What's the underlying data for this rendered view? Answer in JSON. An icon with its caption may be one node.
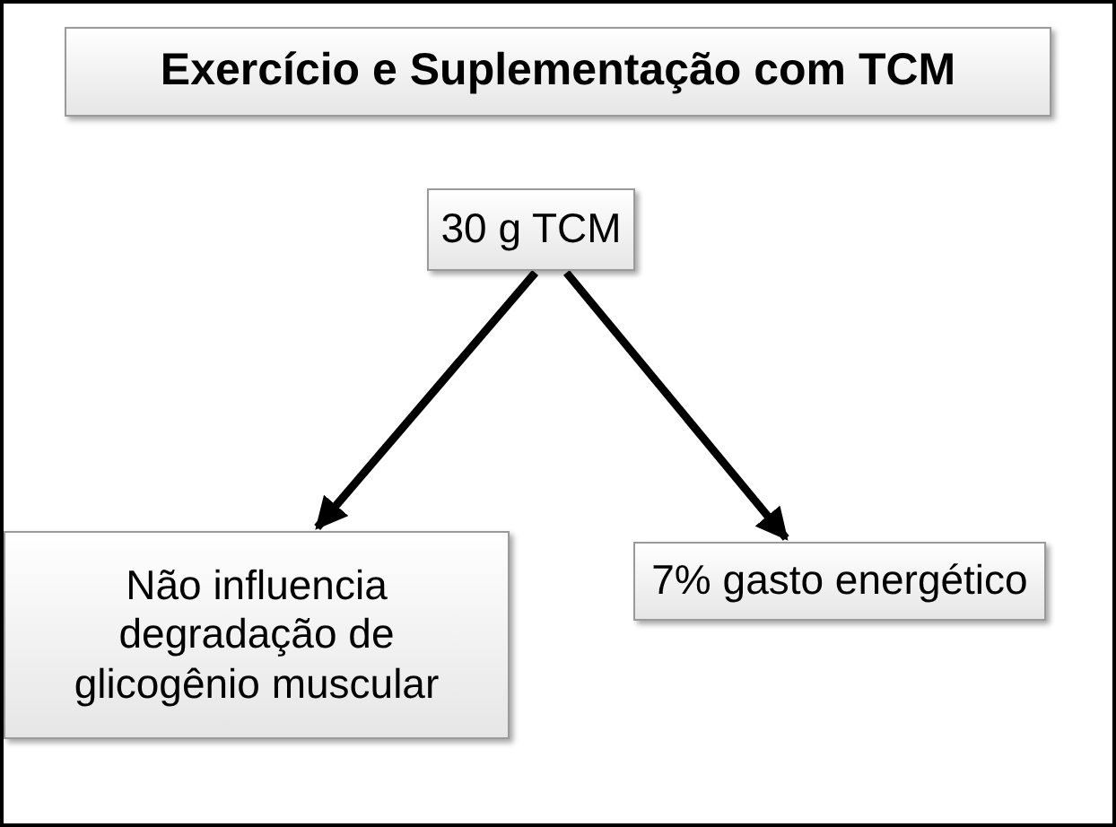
{
  "diagram": {
    "title": "Exercício e Suplementação com TCM",
    "nodes": [
      {
        "text": [
          "30 g TCM"
        ]
      },
      {
        "text": [
          "Não influencia degradação de glicogênio muscular"
        ]
      },
      {
        "text": [
          "7% gasto energético"
        ]
      }
    ],
    "edges": [
      {
        "from": 0,
        "to": 1,
        "arrow": "to"
      },
      {
        "from": 0,
        "to": 2,
        "arrow": "to"
      }
    ]
  }
}
